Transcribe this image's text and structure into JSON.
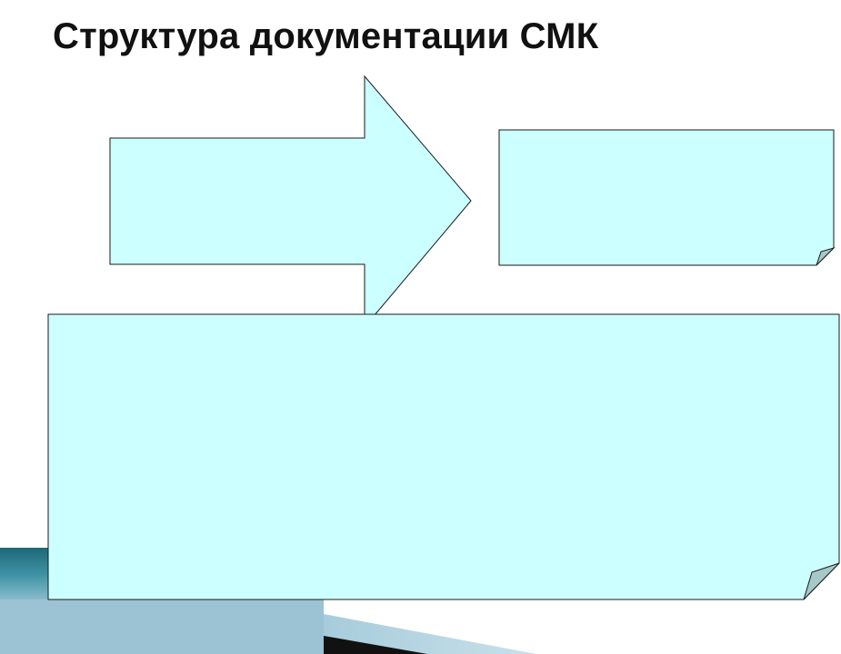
{
  "slide": {
    "title": "Структура документации СМК"
  },
  "diagram": {
    "shapes": [
      "arrow",
      "note-small",
      "note-large"
    ],
    "texts": []
  },
  "colors": {
    "shape_fill": "#CCFFFF",
    "shape_stroke": "#1A1A1A",
    "fold_fill": "#A6C8C8",
    "footer_teal_dark": "#1E6F80",
    "footer_blue_light": "#9CC3D3",
    "footer_black": "#111111"
  }
}
